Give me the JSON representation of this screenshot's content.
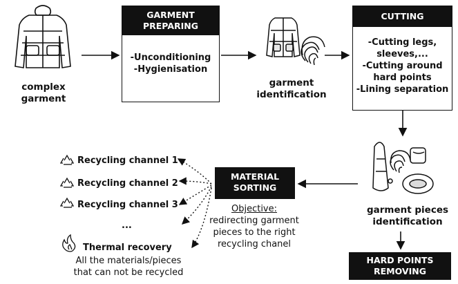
{
  "nodes": {
    "complex_garment": {
      "label_line1": "complex",
      "label_line2": "garment"
    },
    "garment_preparing": {
      "header_line1": "GARMENT",
      "header_line2": "PREPARING",
      "items": [
        "-Unconditioning",
        "-Hygienisation"
      ]
    },
    "garment_identification": {
      "label_line1": "garment",
      "label_line2": "identification"
    },
    "cutting": {
      "header": "CUTTING",
      "items": [
        "-Cutting legs,",
        "sleeves,...",
        "-Cutting around",
        "hard points",
        "-Lining separation"
      ]
    },
    "garment_pieces_identification": {
      "label_line1": "garment pieces",
      "label_line2": "identification"
    },
    "hard_points_removing": {
      "line1": "HARD POINTS",
      "line2": "REMOVING"
    },
    "material_sorting": {
      "header_line1": "MATERIAL",
      "header_line2": "SORTING",
      "objective_title": "Objective:",
      "objective_lines": [
        "redirecting garment",
        "pieces to the right",
        "recycling chanel"
      ]
    },
    "outputs": {
      "channels": [
        "Recycling channel 1",
        "Recycling channel 2",
        "Recycling channel 3"
      ],
      "ellipsis": "...",
      "thermal_title": "Thermal recovery",
      "thermal_desc_line1": "All the materials/pieces",
      "thermal_desc_line2": "that can not be recycled"
    }
  },
  "icons": [
    "jacket-icon",
    "jacket-with-fingerprint-icon",
    "garment-pieces-with-fingerprint-icon",
    "recycle-icon",
    "flame-icon"
  ]
}
